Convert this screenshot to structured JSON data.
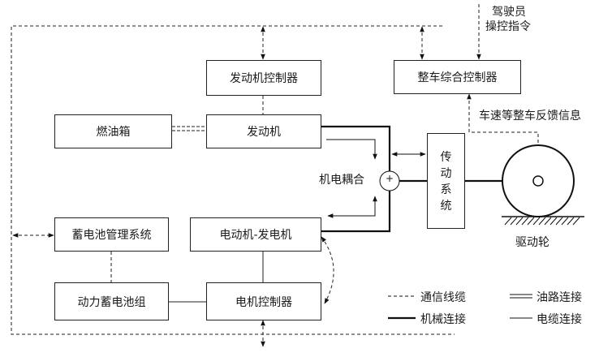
{
  "blocks": {
    "engine_controller": "发动机控制器",
    "vehicle_controller": "整车综合控制器",
    "fuel_tank": "燃油箱",
    "engine": "发动机",
    "transmission": [
      "传",
      "动",
      "系",
      "统"
    ],
    "motor_generator": "电动机-发电机",
    "battery_management": "蓄电池管理系统",
    "battery_pack": "动力蓄电池组",
    "motor_controller": "电机控制器"
  },
  "labels": {
    "driver_line1": "驾驶员",
    "driver_line2": "操控指令",
    "feedback": "车速等整车反馈信息",
    "coupling": "机电耦合",
    "plus": "+",
    "drive_wheel": "驱动轮"
  },
  "legend": {
    "communication": "通信线缆",
    "oil": "油路连接",
    "mechanical": "机械连接",
    "cable": "电缆连接"
  }
}
